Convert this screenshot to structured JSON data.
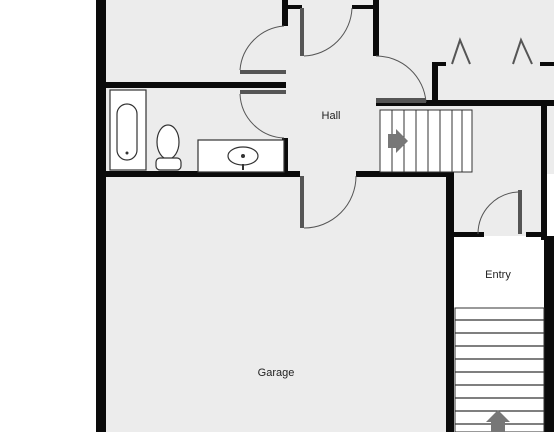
{
  "plan": {
    "rooms": {
      "hall": "Hall",
      "garage": "Garage",
      "entry": "Entry"
    }
  },
  "colors": {
    "floor": "#ececec",
    "wall": "#0b0b0b",
    "fixture_outline": "#333333",
    "white": "#ffffff",
    "arrow": "#777777"
  }
}
